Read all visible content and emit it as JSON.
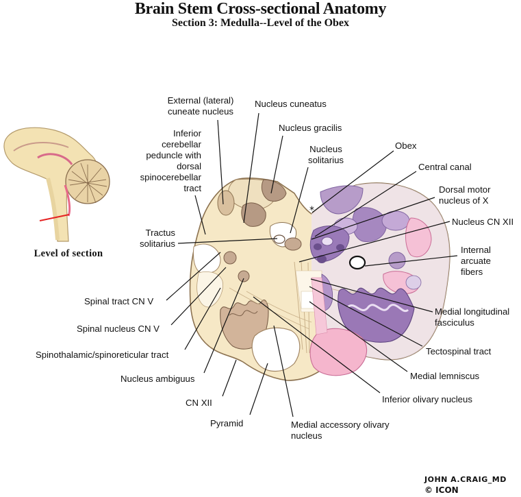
{
  "header": {
    "title": "Brain Stem Cross-sectional Anatomy",
    "subtitle": "Section 3:  Medulla--Level of the Obex"
  },
  "inset": {
    "caption": "Level of section"
  },
  "labels": {
    "external_cuneate": "External (lateral)\ncuneate nucleus",
    "nucleus_cuneatus": "Nucleus cuneatus",
    "nucleus_gracilis": "Nucleus gracilis",
    "nucleus_solitarius": "Nucleus\nsolitarius",
    "inferior_cerebellar_peduncle": "Inferior\ncerebellar\npeduncle with\ndorsal\nspinocerebellar\ntract",
    "obex": "Obex",
    "central_canal": "Central canal",
    "dorsal_motor_x": "Dorsal motor\nnucleus of X",
    "nucleus_cn_xii": "Nucleus CN XII",
    "tractus_solitarius": "Tractus\nsolitarius",
    "internal_arcuate": "Internal\narcuate\nfibers",
    "spinal_tract_v": "Spinal tract CN V",
    "medial_longitudinal": "Medial longitudinal\nfasciculus",
    "spinal_nucleus_v": "Spinal nucleus CN V",
    "tectospinal": "Tectospinal tract",
    "spinothalamic": "Spinothalamic/spinoreticular tract",
    "medial_lemniscus": "Medial lemniscus",
    "nucleus_ambiguus": "Nucleus ambiguus",
    "inferior_olivary": "Inferior olivary nucleus",
    "cn_xii": "CN XII",
    "pyramid": "Pyramid",
    "medial_accessory_olivary": "Medial accessory olivary\nnucleus"
  },
  "credit": {
    "signature": "JOHN A.CRAIG_MD",
    "copyright": "© ICON"
  }
}
